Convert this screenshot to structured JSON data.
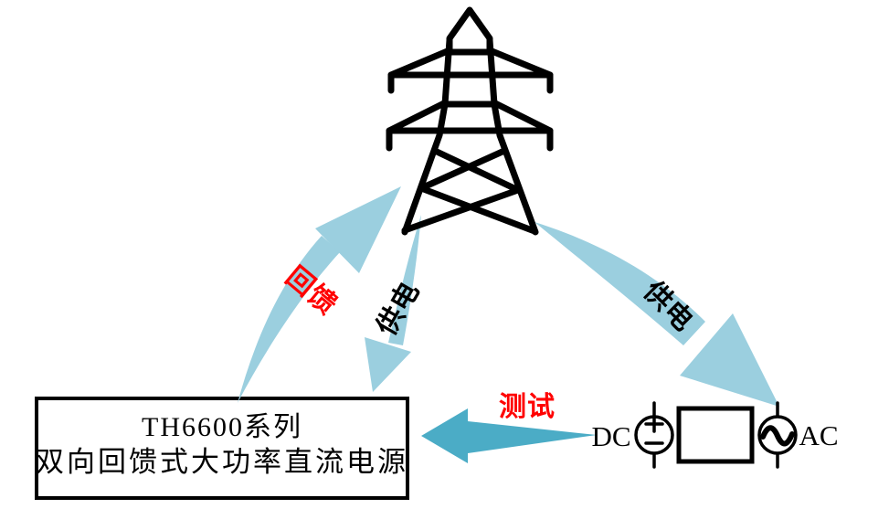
{
  "colors": {
    "background": "#FFFFFF",
    "outline_black": "#000000",
    "arrow_light_blue": "#9BCFDF",
    "arrow_teal": "#4BACC6",
    "label_red": "#FF0000",
    "label_black": "#000000"
  },
  "icons": {
    "tower": "transmission-tower",
    "dc_source": "dc-voltage-source",
    "ac_source": "ac-voltage-source",
    "dut": "device-under-test-box"
  },
  "arrows": {
    "feedback": {
      "label": "回馈",
      "direction": "device-to-grid"
    },
    "supply_middle": {
      "label": "供电",
      "direction": "grid-to-device"
    },
    "supply_right": {
      "label": "供电",
      "direction": "grid-to-ac-source"
    },
    "test": {
      "label": "测试",
      "direction": "dut-to-device"
    }
  },
  "device_box": {
    "line1": "TH6600系列",
    "line2": "双向回馈式大功率直流电源"
  },
  "dut": {
    "dc_label": "DC",
    "ac_label": "AC"
  }
}
